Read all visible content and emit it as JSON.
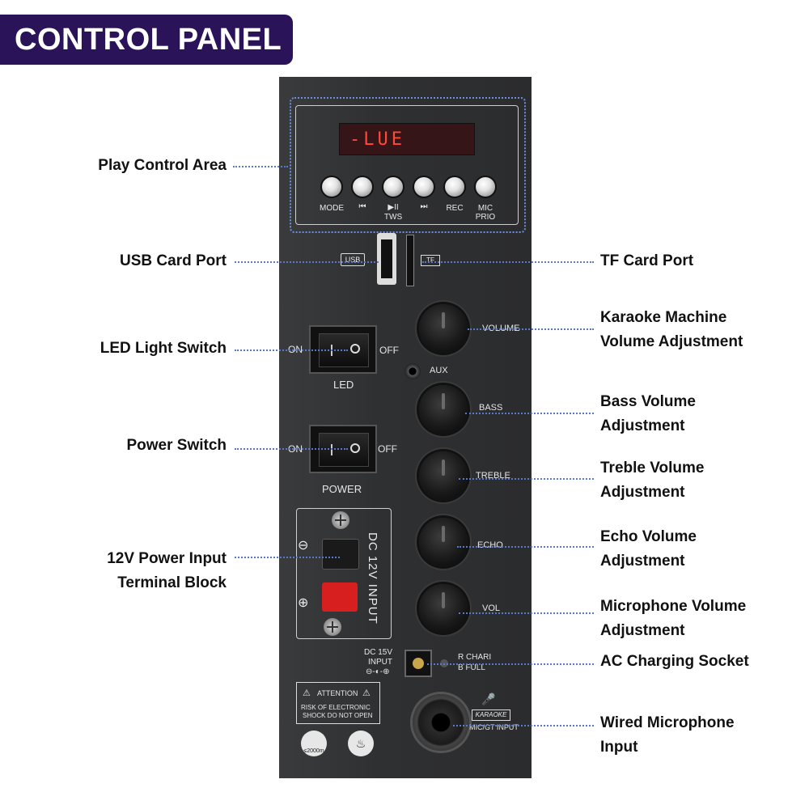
{
  "header": {
    "title": "CONTROL PANEL"
  },
  "display": {
    "text": "-LUE"
  },
  "play_buttons": [
    {
      "label": "MODE"
    },
    {
      "label": "⏮"
    },
    {
      "label": "▶II",
      "sub": "TWS"
    },
    {
      "label": "⏭"
    },
    {
      "label": "REC"
    },
    {
      "label": "MIC",
      "sub": "PRIO"
    }
  ],
  "panel_text": {
    "usb": "USB",
    "tf": "TF",
    "aux": "AUX",
    "led_on": "ON",
    "led_off": "OFF",
    "led": "LED",
    "pow_on": "ON",
    "pow_off": "OFF",
    "power": "POWER",
    "volume": "VOLUME",
    "bass": "BASS",
    "treble": "TREBLE",
    "echo": "ECHO",
    "vol": "VOL",
    "dc_input": "DC 12V INPUT",
    "dc15_1": "DC 15V",
    "dc15_2": "INPUT",
    "charge_r": "R CHARI",
    "charge_b": "B FULL",
    "attention": "ATTENTION",
    "risk1": "RISK OF ELECTRONIC",
    "risk2": "SHOCK DO NOT OPEN",
    "altitude": "≤2000m",
    "karaoke": "KARAOKE",
    "micgt": "MIC/GT INPUT"
  },
  "callouts_left": {
    "play": "Play Control Area",
    "usb": "USB Card Port",
    "led": "LED Light Switch",
    "power": "Power Switch",
    "terminal_1": "12V Power Input",
    "terminal_2": "Terminal Block"
  },
  "callouts_right": {
    "tf": "TF Card Port",
    "karaoke_1": "Karaoke Machine",
    "karaoke_2": "Volume Adjustment",
    "bass_1": "Bass Volume",
    "bass_2": "Adjustment",
    "treble_1": "Treble Volume",
    "treble_2": "Adjustment",
    "echo_1": "Echo Volume",
    "echo_2": "Adjustment",
    "mic_1": "Microphone Volume",
    "mic_2": "Adjustment",
    "ac": "AC Charging Socket",
    "wired_1": "Wired Microphone",
    "wired_2": "Input"
  },
  "colors": {
    "header_bg": "#2b1359",
    "callout_line": "#5b79c9",
    "panel": "#303133",
    "lcd_text": "#ff4a3a"
  }
}
